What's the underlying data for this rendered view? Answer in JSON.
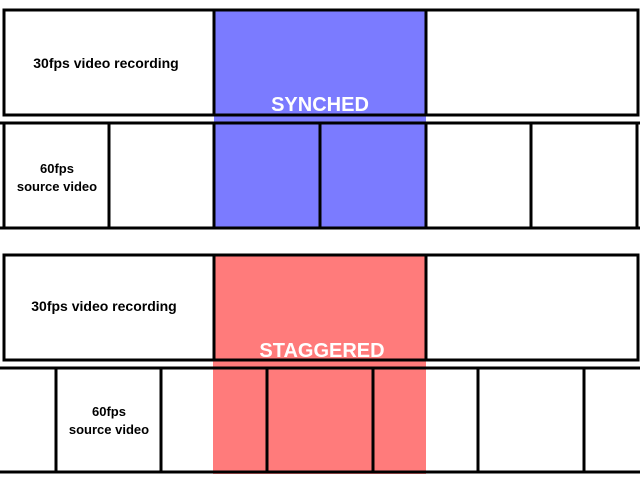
{
  "synched": {
    "title": "SYNCHED",
    "highlight_color": "#7b7bff",
    "recording_label": "30fps video recording",
    "source_label_line1": "60fps",
    "source_label_line2": "source video"
  },
  "staggered": {
    "title": "STAGGERED",
    "highlight_color": "#ff7b7b",
    "recording_label": "30fps video recording",
    "source_label_line1": "60fps",
    "source_label_line2": "source video"
  }
}
